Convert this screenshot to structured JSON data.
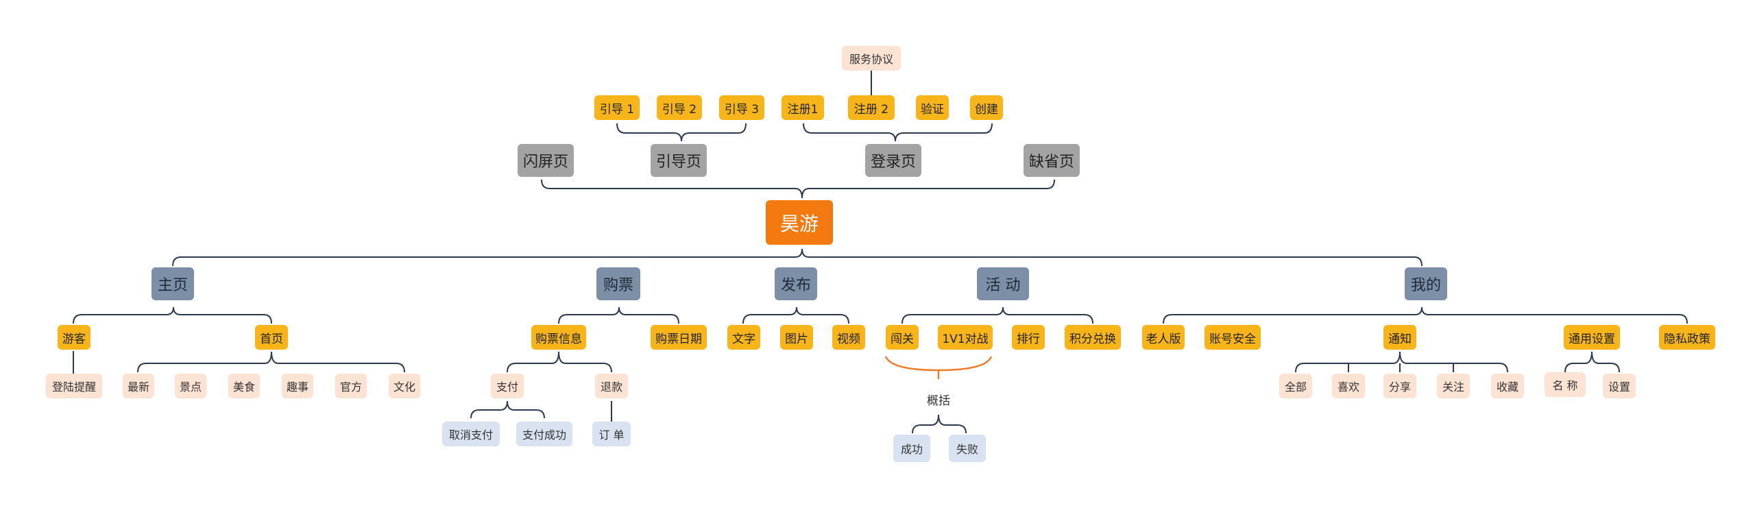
{
  "root": "昊游",
  "top": {
    "splash": "闪屏页",
    "guide": "引导页",
    "login": "登录页",
    "default": "缺省页",
    "guide_children": [
      "引导 1",
      "引导 2",
      "引导 3"
    ],
    "login_children": [
      "注册1",
      "注册 2",
      "验证",
      "创建"
    ],
    "service": "服务协议"
  },
  "home": {
    "label": "主页",
    "guest": "游客",
    "guest_child": "登陆提醒",
    "first": "首页",
    "first_children": [
      "最新",
      "景点",
      "美食",
      "趣事",
      "官方",
      "文化"
    ]
  },
  "ticket": {
    "label": "购票",
    "info": "购票信息",
    "date": "购票日期",
    "pay": "支付",
    "refund": "退款",
    "pay_children": [
      "取消支付",
      "支付成功"
    ],
    "refund_child": "订 单"
  },
  "publish": {
    "label": "发布",
    "children": [
      "文字",
      "图片",
      "视频"
    ]
  },
  "activity": {
    "label": "活 动",
    "children": [
      "闯关",
      "1V1对战",
      "排行",
      "积分兑换"
    ],
    "summary": "概括",
    "summary_children": [
      "成功",
      "失败"
    ]
  },
  "mine": {
    "label": "我的",
    "children": [
      "老人版",
      "账号安全",
      "通知",
      "通用设置",
      "隐私政策"
    ],
    "notify_children": [
      "全部",
      "喜欢",
      "分享",
      "关注",
      "收藏"
    ],
    "settings_children": [
      "名 称",
      "设置"
    ]
  },
  "colors": {
    "root": "#f47a10",
    "level1_gray": "#a3a3a3",
    "level1_blue": "#7d8fa6",
    "level2": "#f7b51a",
    "level3": "#fde3d4",
    "level4": "#d9e2f1",
    "line": "#2b3a4f",
    "summary_line": "#ef7d2a"
  }
}
